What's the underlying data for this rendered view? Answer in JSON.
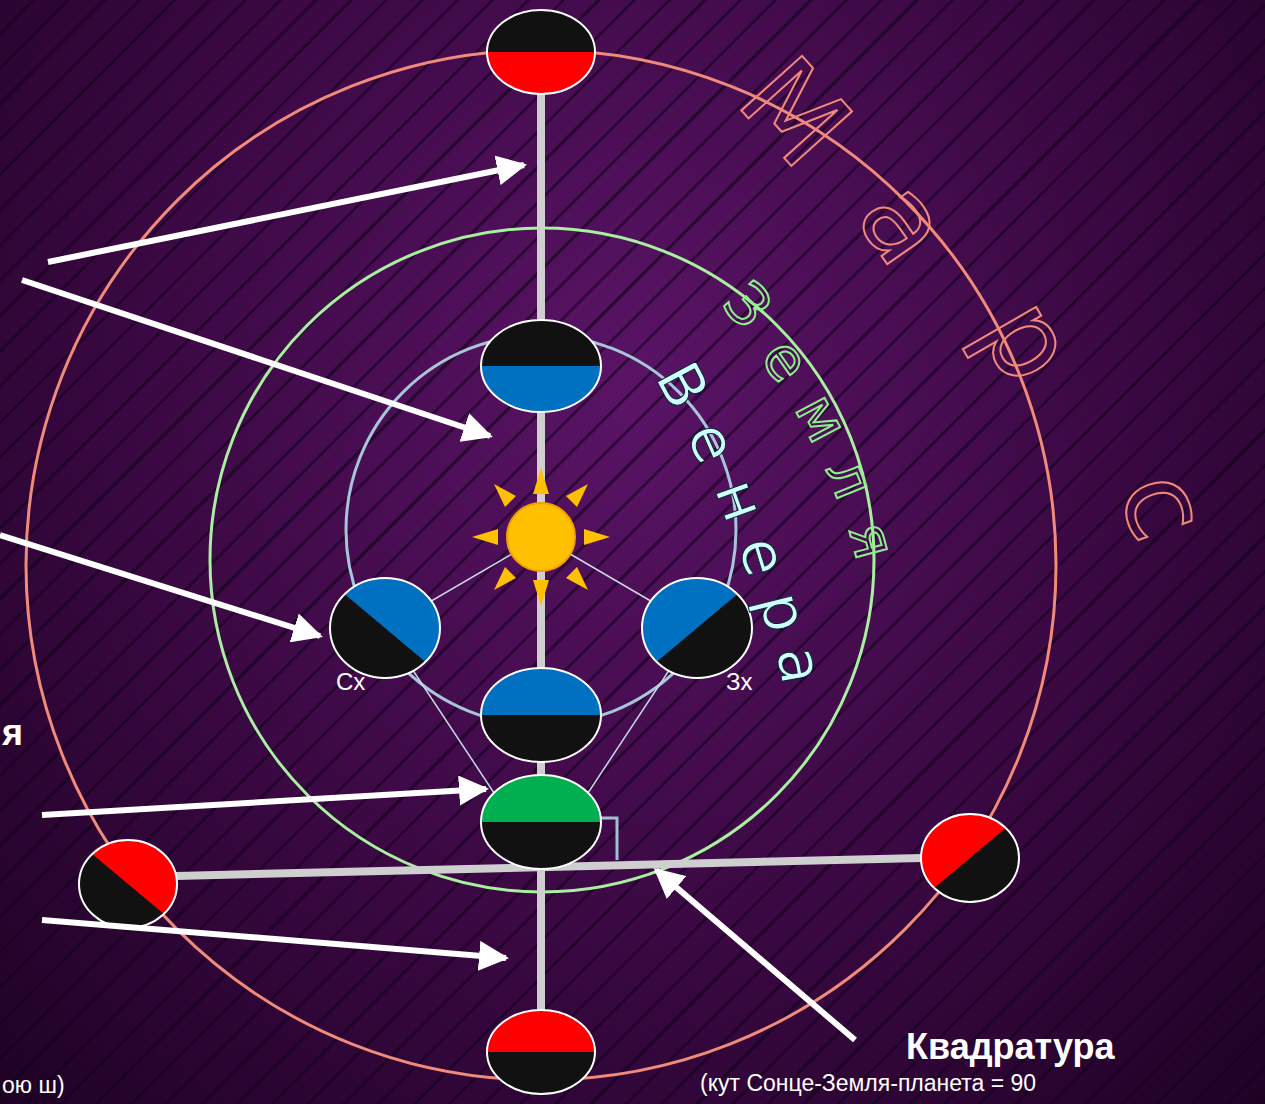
{
  "diagram": {
    "labels": [
      "Марс",
      "Земля",
      "Венера",
      "Сх",
      "Зх",
      "я",
      "Квадратура",
      "(кут Сонце-Земля-планета = 90",
      "ою ш)"
    ]
  }
}
